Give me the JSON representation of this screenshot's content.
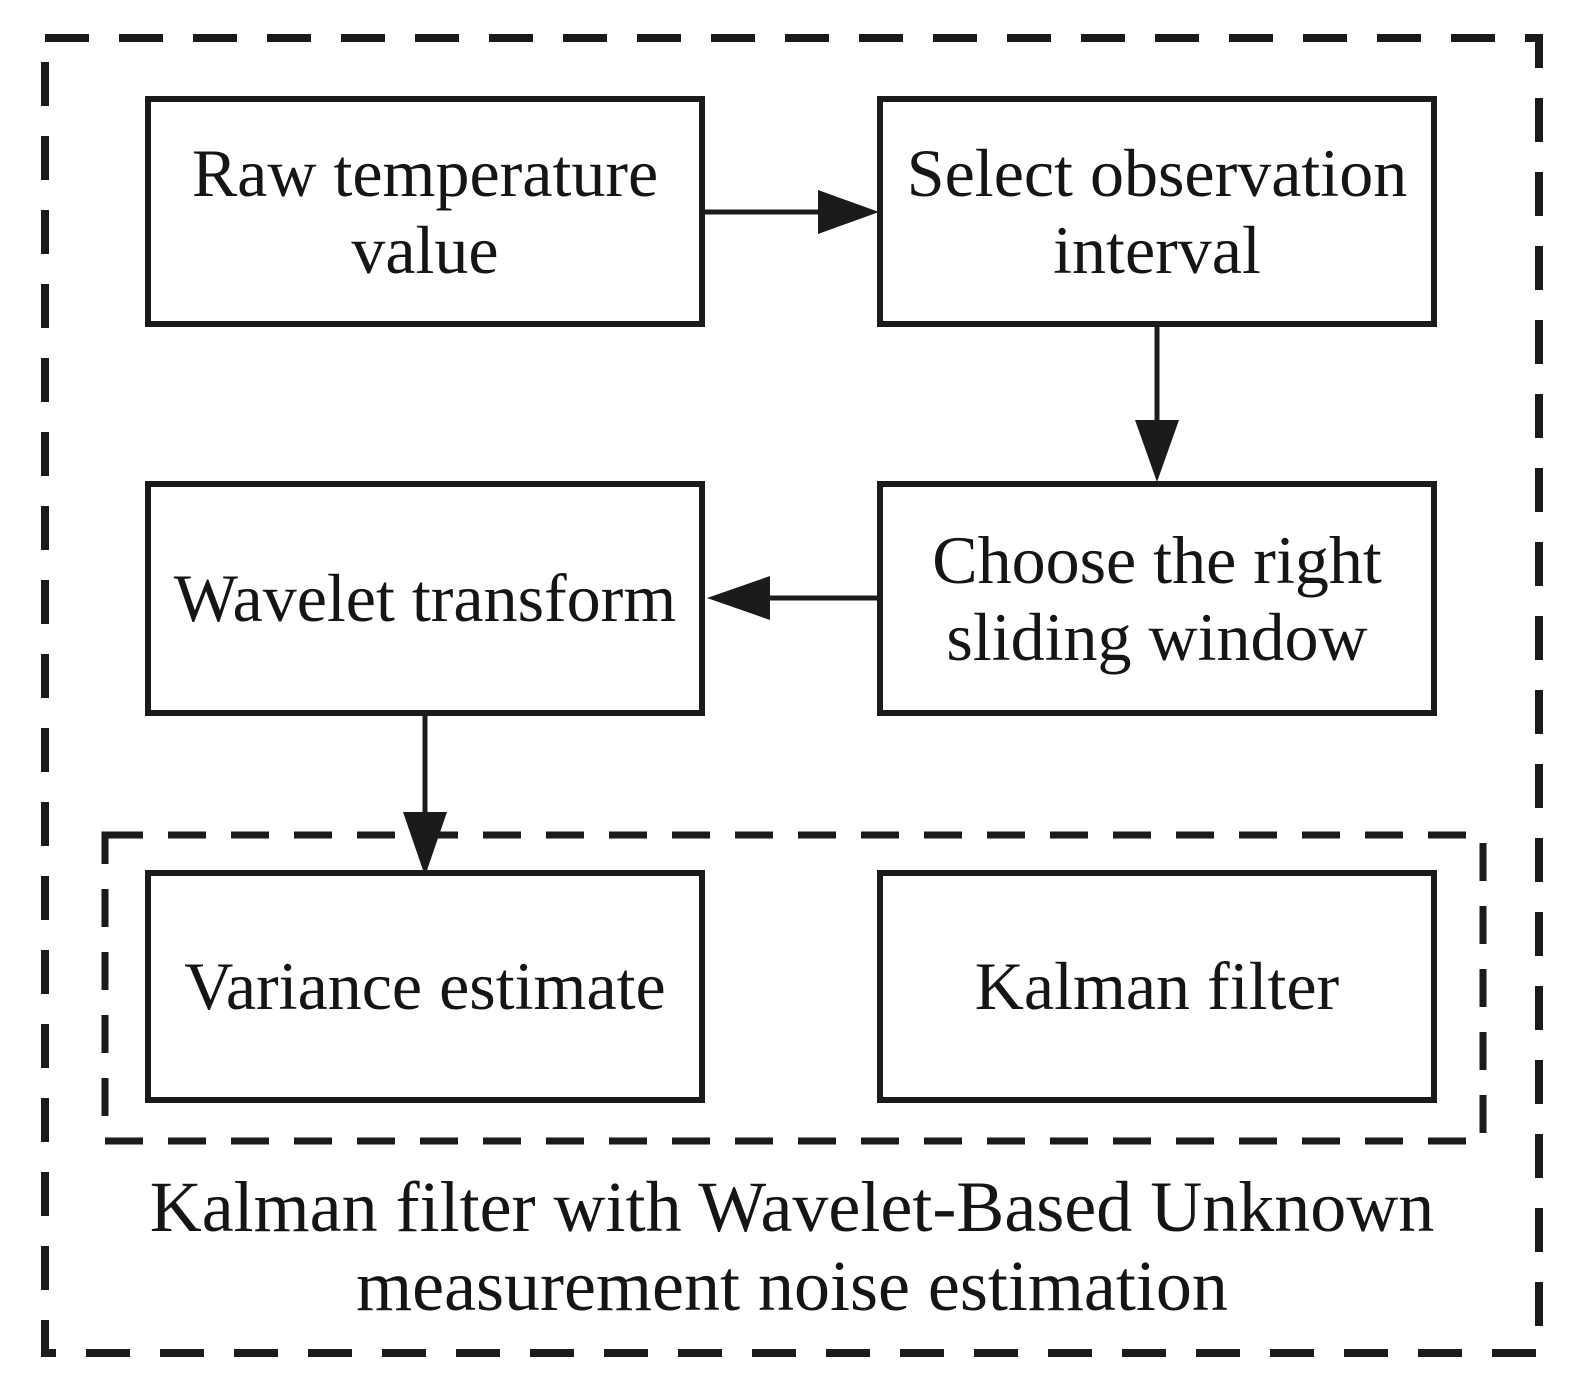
{
  "diagram": {
    "nodes": [
      {
        "id": "raw-temperature-value",
        "label": "Raw temperature\nvalue"
      },
      {
        "id": "select-observation-interval",
        "label": "Select observation\ninterval"
      },
      {
        "id": "choose-sliding-window",
        "label": "Choose the right\nsliding window"
      },
      {
        "id": "wavelet-transform",
        "label": "Wavelet transform"
      },
      {
        "id": "variance-estimate",
        "label": "Variance estimate"
      },
      {
        "id": "kalman-filter",
        "label": "Kalman filter"
      }
    ],
    "connections": [
      {
        "from": "raw-temperature-value",
        "to": "select-observation-interval"
      },
      {
        "from": "select-observation-interval",
        "to": "choose-sliding-window"
      },
      {
        "from": "choose-sliding-window",
        "to": "wavelet-transform"
      },
      {
        "from": "wavelet-transform",
        "to": "variance-estimate"
      }
    ],
    "groups": {
      "outer": {
        "style": "dashed",
        "caption": "Kalman filter with Wavelet-Based Unknown\nmeasurement noise estimation"
      },
      "inner": {
        "style": "dashed",
        "members": [
          "variance-estimate",
          "kalman-filter"
        ]
      }
    },
    "colors": {
      "line": "#1b1b1b",
      "text": "#151515",
      "background": "#ffffff"
    }
  }
}
